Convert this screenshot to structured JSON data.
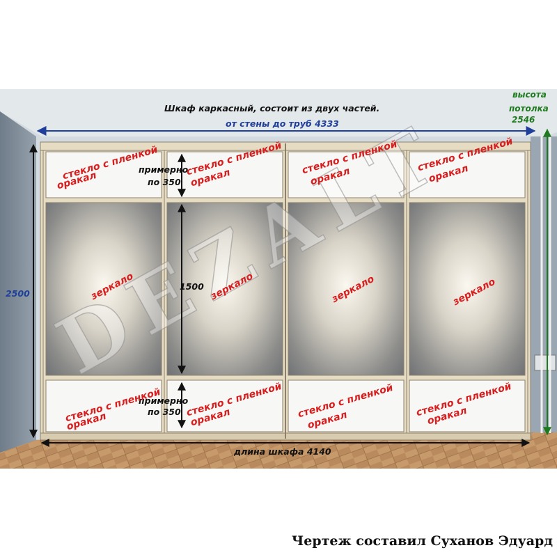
{
  "title": {
    "line1": "Шкаф каркасный, состоит из двух частей.",
    "line2": "от стены до труб 4333"
  },
  "ceiling": {
    "line1": "высота",
    "line2": "потолка",
    "value": "2546"
  },
  "height_label": "2500",
  "length_label": "длина шкафа 4140",
  "mirror_height": "1500",
  "approx": {
    "line1": "примерно",
    "line2": "по 350"
  },
  "glass": {
    "line1": "стекло с пленкой",
    "line2": "оракал"
  },
  "mirror_label": "зеркало",
  "watermark": "DEZALT",
  "credit": "Чертеж составил Суханов Эдуард",
  "colors": {
    "label_red": "#d81e1e",
    "dimension_blue": "#1f3f9a",
    "ceiling_green": "#1e7a1e",
    "wall": "#8a97a3",
    "frame": "#e6dcc4",
    "floor": "#b98a5e"
  }
}
